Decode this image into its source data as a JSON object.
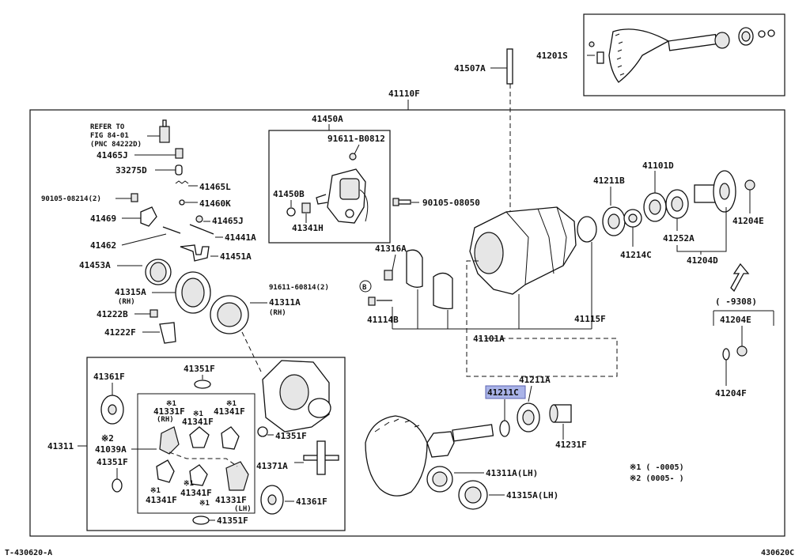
{
  "footer": {
    "left_code": "T-430620-A",
    "right_code": "430620C"
  },
  "highlighted_part": "41211C",
  "parts": {
    "p41201S": "41201S",
    "p41507A": "41507A",
    "p41110F": "41110F",
    "p41450A": "41450A",
    "p91611_B0812": "91611-B0812",
    "p41450B": "41450B",
    "p41341H": "41341H",
    "p90105_08050": "90105-08050",
    "refer1": "REFER TO",
    "refer2": "FIG 84-01",
    "refer3": "(PNC 84222D)",
    "p41465J_top": "41465J",
    "p33275D": "33275D",
    "p41465L": "41465L",
    "p41460K": "41460K",
    "p90105_08214": "90105-08214(2)",
    "p41465J": "41465J",
    "p41469": "41469",
    "p41441A": "41441A",
    "p41462": "41462",
    "p41451A": "41451A",
    "p41453A": "41453A",
    "p41315A": "41315A",
    "rh1": "(RH)",
    "p91611_60814": "91611-60814(2)",
    "b_circle": "B",
    "p41311A": "41311A",
    "rh2": "(RH)",
    "p41222B": "41222B",
    "p41222F": "41222F",
    "p41316A": "41316A",
    "p41114B": "41114B",
    "p41101A": "41101A",
    "p41115F": "41115F",
    "p41211B": "41211B",
    "p41101D": "41101D",
    "p41214C": "41214C",
    "p41252A": "41252A",
    "p41204D": "41204D",
    "p41204E": "41204E",
    "range_9308": "(    -9308)",
    "p41204E_b": "41204E",
    "p41204F": "41204F",
    "p41211A": "41211A",
    "p41211C": "41211C",
    "p41231F": "41231F",
    "note1": "※1 (     -0005)",
    "note2": "※2 (0005-     )",
    "p41311": "41311",
    "p41361F_a": "41361F",
    "p41351F_a": "41351F",
    "star2": "※2",
    "p41039A": "41039A",
    "p41351F_b": "41351F",
    "s1a": "※1",
    "p41331F_a": "41331F",
    "rh3": "(RH)",
    "s1b": "※1",
    "p41341F_a": "41341F",
    "s1c": "※1",
    "p41341F_b": "41341F",
    "p41351F_c": "41351F",
    "p41371A": "41371A",
    "s1d": "※1",
    "p41341F_c": "41341F",
    "s1e": "※1",
    "p41341F_d": "41341F",
    "s1f": "※1",
    "p41331F_b": "41331F",
    "lh1": "(LH)",
    "p41361F_b": "41361F",
    "p41351F_d": "41351F",
    "p41311A_lh": "41311A(LH)",
    "p41315A_lh": "41315A(LH)"
  }
}
